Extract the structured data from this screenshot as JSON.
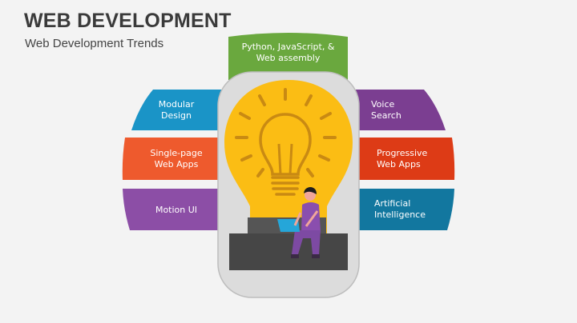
{
  "header": {
    "title": "WEB DEVELOPMENT",
    "subtitle": "Web Development Trends"
  },
  "top_item": {
    "line1": "Python, JavaScript, &",
    "line2": "Web assembly",
    "color": "#6aa83e"
  },
  "left_items": [
    {
      "line1": "Modular",
      "line2": "Design",
      "color": "#1a94c7"
    },
    {
      "line1": "Single-page",
      "line2": "Web Apps",
      "color": "#ee5a2d"
    },
    {
      "line1": "Motion UI",
      "line2": "",
      "color": "#8c4ea6"
    }
  ],
  "right_items": [
    {
      "line1": "Voice",
      "line2": "Search",
      "color": "#7b3e91"
    },
    {
      "line1": "Progressive",
      "line2": "Web Apps",
      "color": "#dd3b16"
    },
    {
      "line1": "Artificial",
      "line2": "Intelligence",
      "color": "#12779f"
    }
  ],
  "center": {
    "bulb_color": "#fbbd14",
    "bulb_line_color": "#c98a13",
    "frame_color": "#dcdcdc",
    "desk_color": "#464646"
  }
}
